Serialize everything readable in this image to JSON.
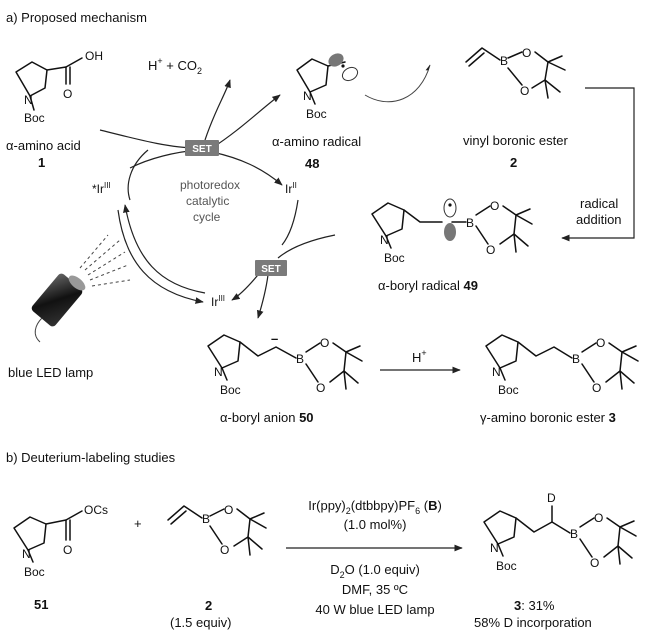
{
  "panel_a": {
    "title": "a) Proposed mechanism",
    "byproduct": "H",
    "byproduct_sup": "+",
    "byproduct_rest": " + CO",
    "byproduct_sub": "2",
    "set_label": "SET",
    "amino_acid": {
      "label": "α-amino acid",
      "number": "1",
      "n": "N",
      "boc": "Boc",
      "oh": "OH",
      "o": "O"
    },
    "amino_radical": {
      "label": "α-amino radical",
      "number": "48",
      "n": "N",
      "boc": "Boc"
    },
    "vinyl_ester": {
      "label": "vinyl boronic ester",
      "number": "2",
      "b": "B",
      "o": "O"
    },
    "radical_addition": {
      "line1": "radical",
      "line2": "addition"
    },
    "boryl_radical": {
      "label": "α-boryl radical ",
      "number": "49",
      "n": "N",
      "boc": "Boc",
      "b": "B",
      "o": "O"
    },
    "cycle": {
      "line1": "photoredox",
      "line2": "catalytic",
      "line3": "cycle",
      "ir_excited_prefix": "*Ir",
      "ir_excited_sup": "III",
      "ir_ii": "Ir",
      "ir_ii_sup": "II",
      "ir_iii": "Ir",
      "ir_iii_sup": "III"
    },
    "lamp_label": "blue LED lamp",
    "boryl_anion": {
      "label": "α-boryl anion ",
      "number": "50",
      "n": "N",
      "boc": "Boc",
      "b": "B",
      "o": "O",
      "charge": "–"
    },
    "protonation": {
      "h": "H",
      "sup": "+"
    },
    "product": {
      "label": "γ-amino boronic ester ",
      "number": "3",
      "n": "N",
      "boc": "Boc",
      "b": "B",
      "o": "O"
    }
  },
  "panel_b": {
    "title": "b) Deuterium-labeling studies",
    "salt": {
      "number": "51",
      "n": "N",
      "boc": "Boc",
      "ocs": "OCs",
      "o": "O"
    },
    "plus": "+",
    "ester": {
      "number": "2",
      "equiv": "(1.5 equiv)",
      "b": "B",
      "o": "O"
    },
    "conditions": {
      "cat_a": "Ir(ppy)",
      "cat_sub1": "2",
      "cat_b": "(dtbbpy)PF",
      "cat_sub2": "6",
      "cat_c": " (",
      "cat_bold": "B",
      "cat_d": ")",
      "loading": "(1.0 mol%)",
      "d2o_a": "D",
      "d2o_sub": "2",
      "d2o_b": "O (1.0 equiv)",
      "solvent": "DMF, 35 ºC",
      "light": "40 W blue LED lamp"
    },
    "product": {
      "number": "3",
      "yield": ": 31%",
      "incorporation": "58% D incorporation",
      "d": "D",
      "n": "N",
      "boc": "Boc",
      "b": "B",
      "o": "O"
    }
  }
}
